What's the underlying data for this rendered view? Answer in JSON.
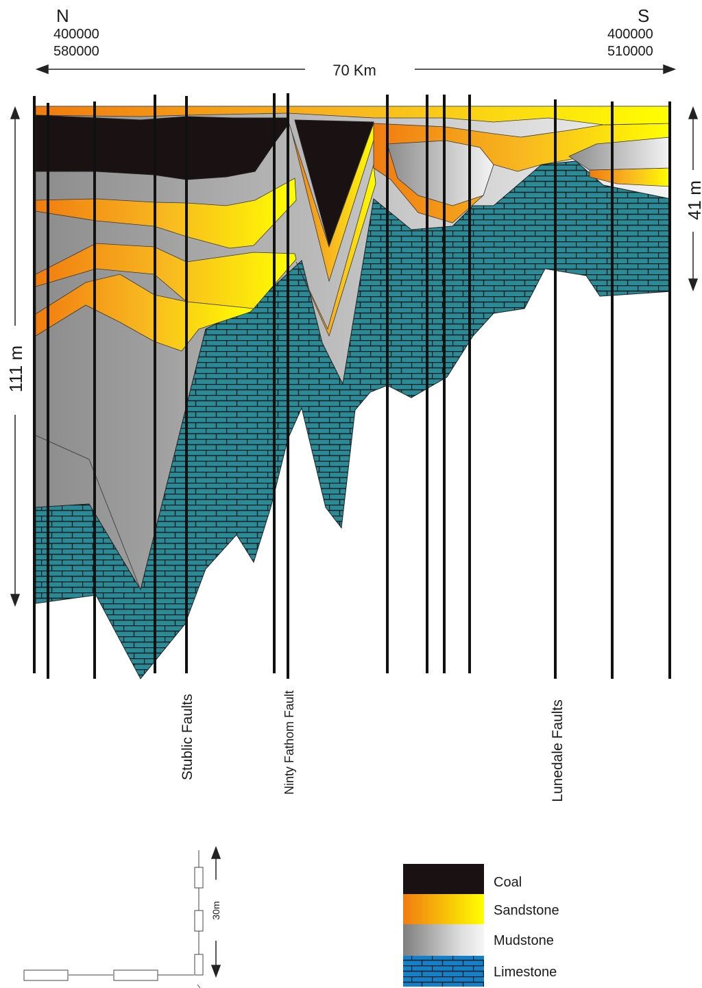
{
  "header": {
    "north_label": "N",
    "north_coord_1": "400000",
    "north_coord_2": "580000",
    "south_label": "S",
    "south_coord_1": "400000",
    "south_coord_2": "510000",
    "distance_label": "70 Km"
  },
  "scales": {
    "left_thickness": "111 m",
    "right_thickness": "41 m",
    "inset_spacing": "30m"
  },
  "faults": {
    "stublic": "Stublic Faults",
    "ninety_fathom": "Ninty Fathom Fault",
    "lunedale": "Lunedale Faults"
  },
  "legend": [
    {
      "label": "Coal",
      "color": "#1a1212"
    },
    {
      "label": "Sandstone",
      "color": "#f7941d"
    },
    {
      "label": "Mudstone",
      "color": "#9a9a9a"
    },
    {
      "label": "Limestone",
      "color": "#2a8a96"
    }
  ],
  "colors": {
    "coal": "#1a1212",
    "sandstone_dark": "#f08a10",
    "sandstone_light": "#ffff00",
    "mudstone_dark": "#8a8a8a",
    "mudstone_light": "#f2f2f2",
    "limestone": "#2a8a96",
    "limestone_blue": "#1580c8"
  }
}
